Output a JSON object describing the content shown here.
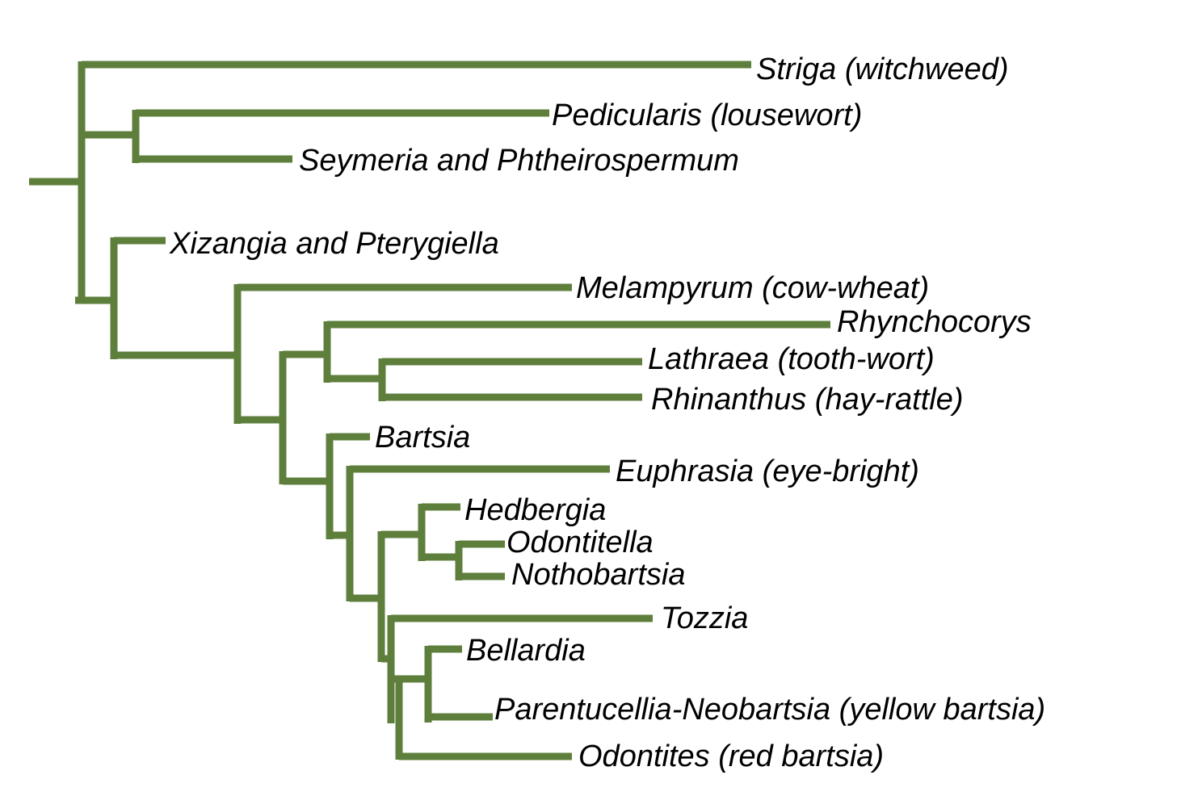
{
  "colors": {
    "branch": "#5e7f3c",
    "label": "#000000",
    "background": "#ffffff"
  },
  "taxa": [
    {
      "id": "striga",
      "label": "Striga (witchweed)"
    },
    {
      "id": "pedicularis",
      "label": "Pedicularis (lousewort)"
    },
    {
      "id": "seymeria",
      "label": "Seymeria and Phtheirospermum"
    },
    {
      "id": "xizangia",
      "label": "Xizangia and Pterygiella"
    },
    {
      "id": "melampyrum",
      "label": "Melampyrum (cow-wheat)"
    },
    {
      "id": "rhynchocorys",
      "label": "Rhynchocorys"
    },
    {
      "id": "lathraea",
      "label": "Lathraea (tooth-wort)"
    },
    {
      "id": "rhinanthus",
      "label": "Rhinanthus (hay-rattle)"
    },
    {
      "id": "bartsia",
      "label": "Bartsia"
    },
    {
      "id": "euphrasia",
      "label": "Euphrasia (eye-bright)"
    },
    {
      "id": "hedbergia",
      "label": "Hedbergia"
    },
    {
      "id": "odontitella",
      "label": "Odontitella"
    },
    {
      "id": "nothobartsia",
      "label": "Nothobartsia"
    },
    {
      "id": "tozzia",
      "label": "Tozzia"
    },
    {
      "id": "bellardia",
      "label": "Bellardia"
    },
    {
      "id": "parentucellia",
      "label": "Parentucellia-Neobartsia (yellow bartsia)"
    },
    {
      "id": "odontites",
      "label": "Odontites (red bartsia)"
    }
  ]
}
